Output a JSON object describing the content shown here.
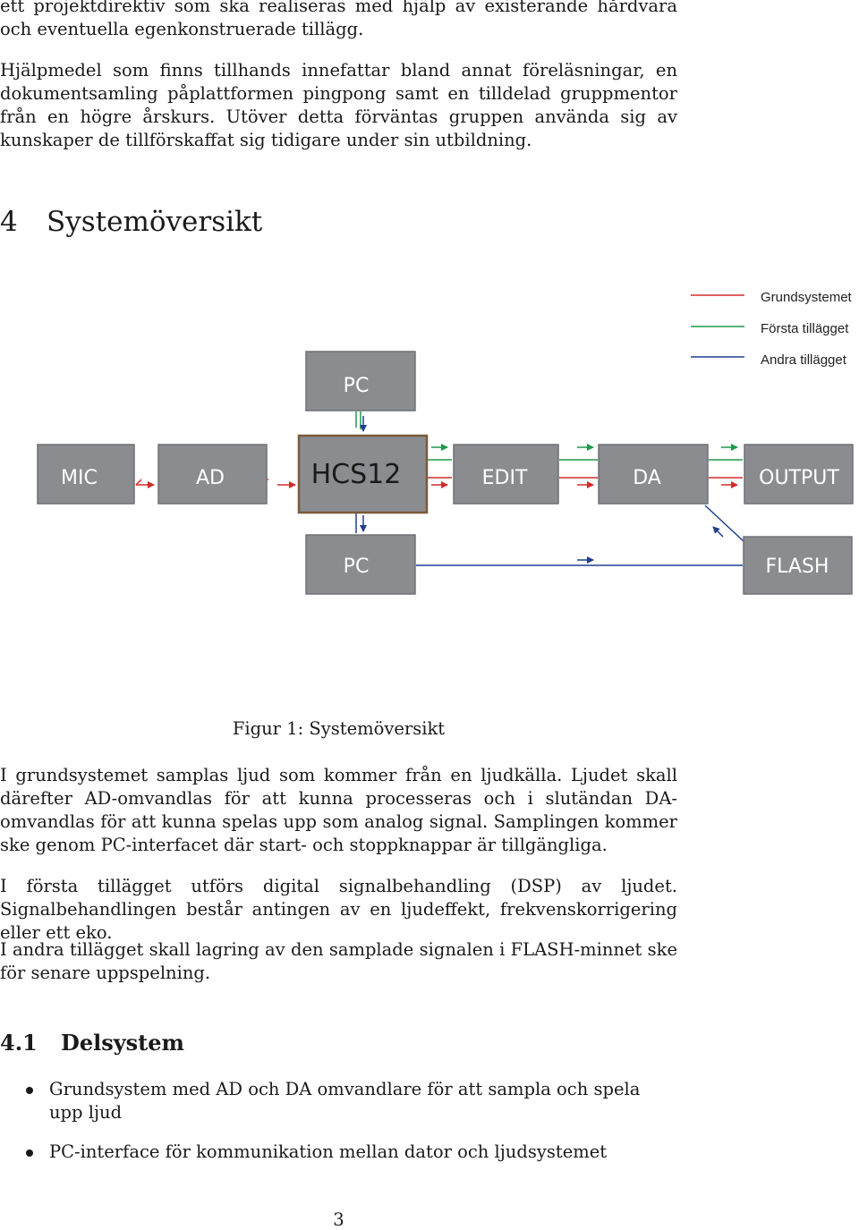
{
  "intro": {
    "line1": "ett projektdirektiv som ska realiseras med hjälp av existerande hårdvara och eventuella egenkonstruerade tillägg.",
    "para2": "Hjälpmedel som finns tillhands innefattar bland annat föreläsningar, en dokumentsamling påplattformen pingpong samt en tilldelad gruppmentor från en högre årskurs. Utöver detta förväntas gruppen använda sig av kunskaper de tillförskaffat sig tidigare under sin utbildning."
  },
  "section": {
    "number": "4",
    "title": "Systemöversikt"
  },
  "diagram": {
    "legend": [
      {
        "label": "Grundsystemet",
        "color": "#d42a2a"
      },
      {
        "label": "Första tillägget",
        "color": "#1f9a4a"
      },
      {
        "label": "Andra tillägget",
        "color": "#1f3f8f"
      }
    ],
    "boxes": {
      "pc_top": "PC",
      "mic": "MIC",
      "ad": "AD",
      "hcs12": "HCS12",
      "edit": "EDIT",
      "da": "DA",
      "output": "OUTPUT",
      "pc_bottom": "PC",
      "flash": "FLASH"
    },
    "colors": {
      "box_fill": "#8a8c90",
      "box_border": "#6e7074",
      "hcs_border": "#7a5a3a",
      "box_text": "#ffffff"
    }
  },
  "figure": {
    "caption": "Figur 1: Systemöversikt"
  },
  "body": {
    "p1": "I grundsystemet samplas ljud som kommer från en ljudkälla. Ljudet skall därefter AD-omvandlas för att kunna processeras och i slutändan DA-omvandlas för att kunna spelas upp som analog signal. Samplingen kommer ske genom PC-interfacet där start- och stoppknappar är tillgängliga.",
    "p2": "I första tillägget utförs digital signalbehandling (DSP) av ljudet. Signalbehandlingen består antingen av en ljudeffekt, frekvenskorrigering eller ett eko.",
    "p3": "I andra tillägget skall lagring av den samplade signalen i FLASH-minnet ske för senare uppspelning."
  },
  "subsection": {
    "number": "4.1",
    "title": "Delsystem"
  },
  "bullets": [
    "Grundsystem med AD och DA omvandlare för att sampla och spela upp ljud",
    "PC-interface för kommunikation mellan dator och ljudsystemet"
  ],
  "page_number": "3"
}
